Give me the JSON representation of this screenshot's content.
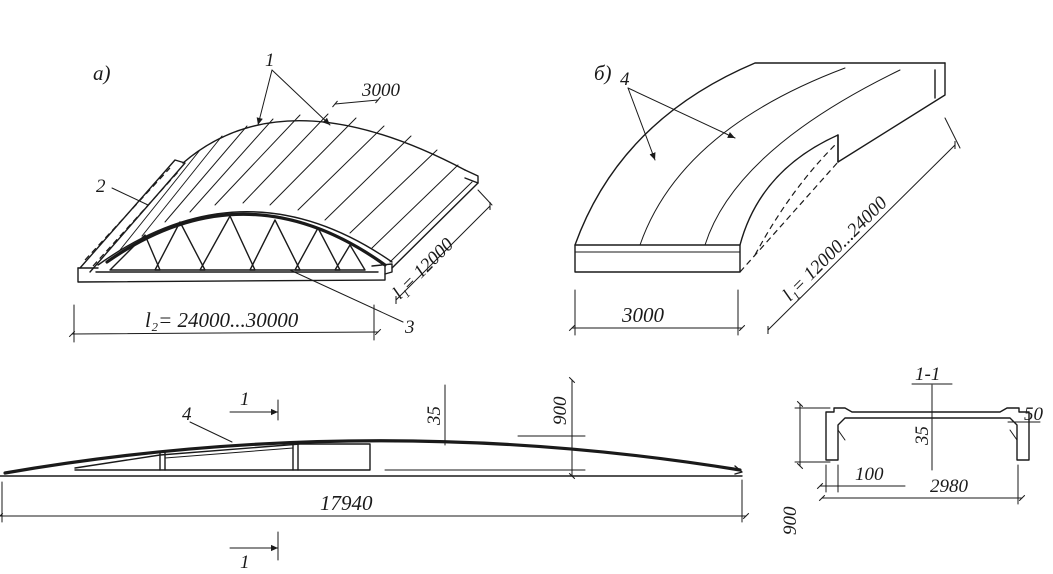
{
  "views": {
    "a": {
      "label": "а)",
      "parts": {
        "rib_panel": "1",
        "side_element": "2",
        "truss": "3"
      },
      "rib_spacing": "3000",
      "length_l1": "l₁= 12000",
      "span_l2": "l₂= 24000...30000"
    },
    "b": {
      "label": "б)",
      "part": "4",
      "width": "3000",
      "length_l1": "l₁= 12000...24000"
    },
    "elevation": {
      "part": "4",
      "section_mark_top": "1",
      "section_mark_bottom": "1",
      "shell_thickness": "35",
      "rise": "900",
      "length": "17940"
    },
    "section": {
      "title": "1-1",
      "thickness": "35",
      "edge_thickness": "50",
      "rib_width": "100",
      "width": "2980",
      "height": "900"
    }
  }
}
